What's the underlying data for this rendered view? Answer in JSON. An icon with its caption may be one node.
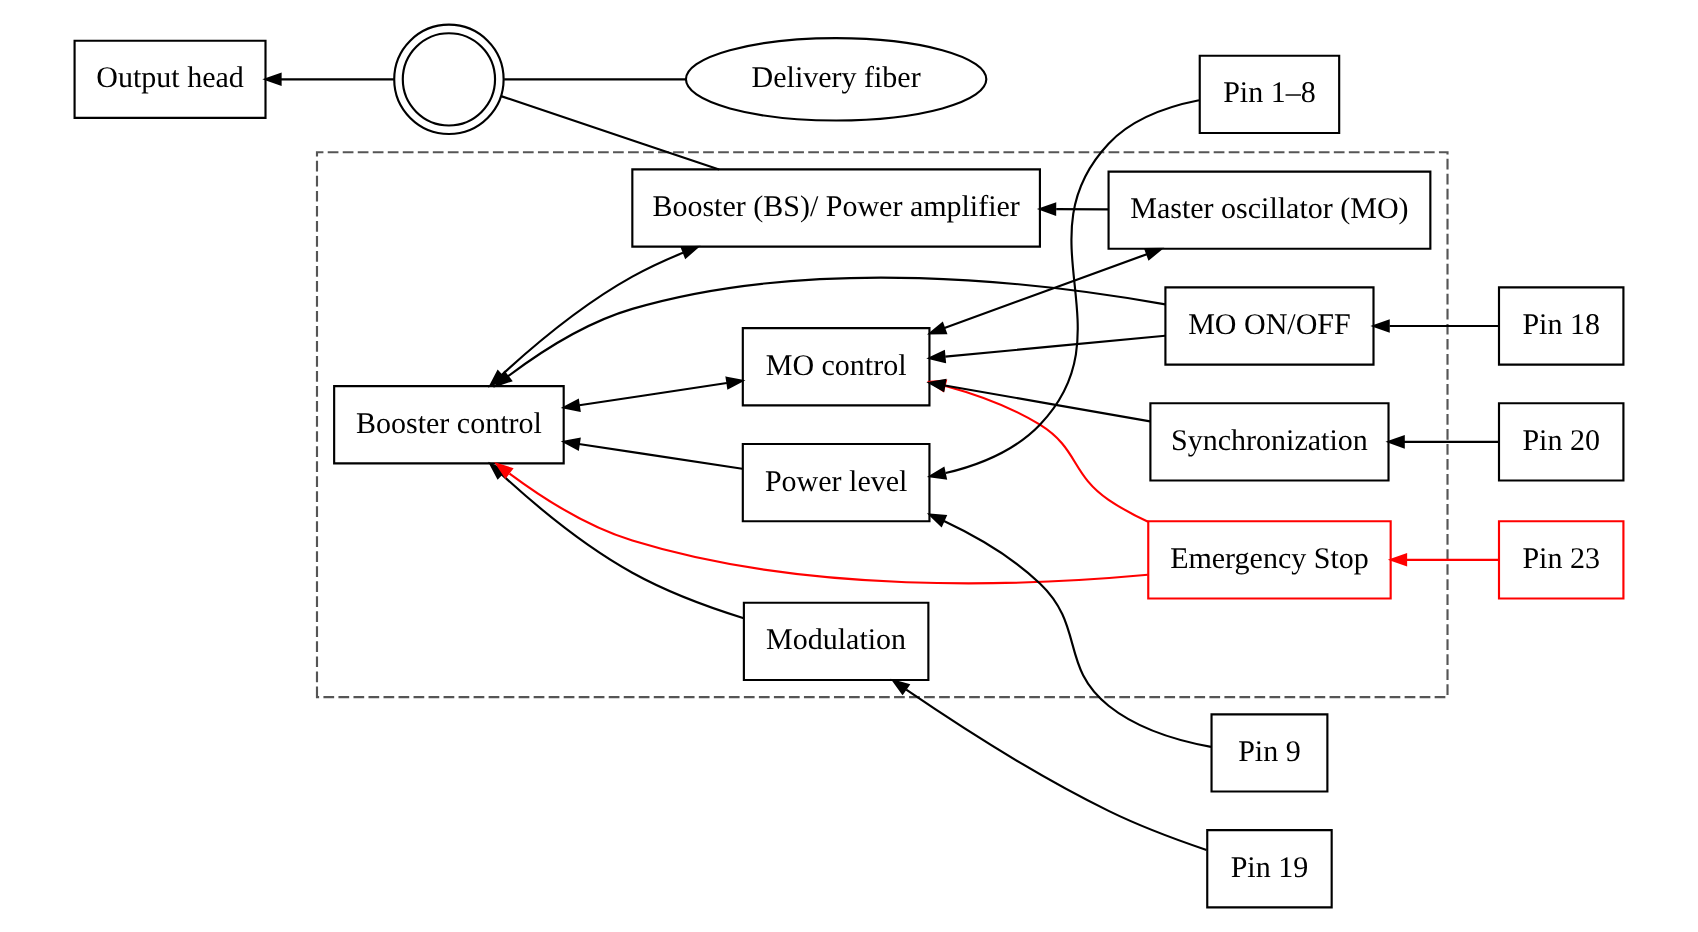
{
  "diagram": {
    "nodes": [
      {
        "text": [],
        "shape": "box"
      },
      {
        "text": [
          "Master oscillator (MO)"
        ],
        "in": 0
      },
      {
        "text": [
          "Booster (BS)/ Power amplifier"
        ],
        "in": 0
      },
      {
        "text": [
          "MO control"
        ],
        "in": 0
      },
      {
        "text": [
          "Booster control"
        ],
        "in": 0
      },
      {
        "text": [
          "Power level"
        ],
        "in": 0
      },
      {
        "text": [
          "Modulation"
        ],
        "in": 0
      },
      {
        "text": [
          "Emergency Stop"
        ],
        "in": 0
      },
      {
        "text": [
          "MO ON/OFF"
        ],
        "in": 0
      },
      {
        "text": [
          "Synchronization"
        ],
        "in": 0
      },
      {
        "text": [
          "Delivery fiber"
        ]
      },
      {
        "text": [],
        "shape": "circle"
      },
      {
        "text": [
          "Output head"
        ]
      },
      {
        "text": [
          "Pin 1–8"
        ]
      },
      {
        "text": [
          "Pin 9"
        ]
      },
      {
        "text": [
          "Pin 19"
        ]
      },
      {
        "text": [
          "Pin 23"
        ]
      },
      {
        "text": [
          "Pin 18"
        ]
      },
      {
        "text": [
          "Pin 20"
        ]
      }
    ],
    "edges": [
      {
        "from": 1,
        "to": 2,
        "arrow": "to"
      },
      {
        "from": 2,
        "to": 11,
        "arrow": "none"
      },
      {
        "from": 11,
        "to": 12,
        "arrow": "to"
      },
      {
        "from": 10,
        "to": 11,
        "arrow": "none"
      },
      {
        "from": 1,
        "to": 3,
        "arrow": "both"
      },
      {
        "from": 2,
        "to": 4,
        "arrow": "both"
      },
      {
        "from": 3,
        "to": 4,
        "arrow": "both"
      },
      {
        "from": 5,
        "to": 4,
        "arrow": "to"
      },
      {
        "from": 6,
        "to": 4,
        "arrow": "to"
      },
      {
        "from": 7,
        "to": 3,
        "arrow": "to",
        "color": "#ff0000"
      },
      {
        "from": 7,
        "to": 4,
        "arrow": "to",
        "color": "#ff0000"
      },
      {
        "from": 8,
        "to": 3,
        "arrow": "to"
      },
      {
        "from": 8,
        "to": 4,
        "arrow": "to"
      },
      {
        "from": 9,
        "to": 3,
        "arrow": "to"
      },
      {
        "from": 13,
        "to": 5,
        "arrow": "to"
      },
      {
        "from": 14,
        "to": 5,
        "arrow": "to"
      },
      {
        "from": 15,
        "to": 6,
        "arrow": "to"
      },
      {
        "from": 16,
        "to": 7,
        "arrow": "to",
        "color": "#ff0000"
      },
      {
        "from": 17,
        "to": 8,
        "arrow": "to"
      },
      {
        "from": 18,
        "to": 9,
        "arrow": "to"
      }
    ]
  }
}
